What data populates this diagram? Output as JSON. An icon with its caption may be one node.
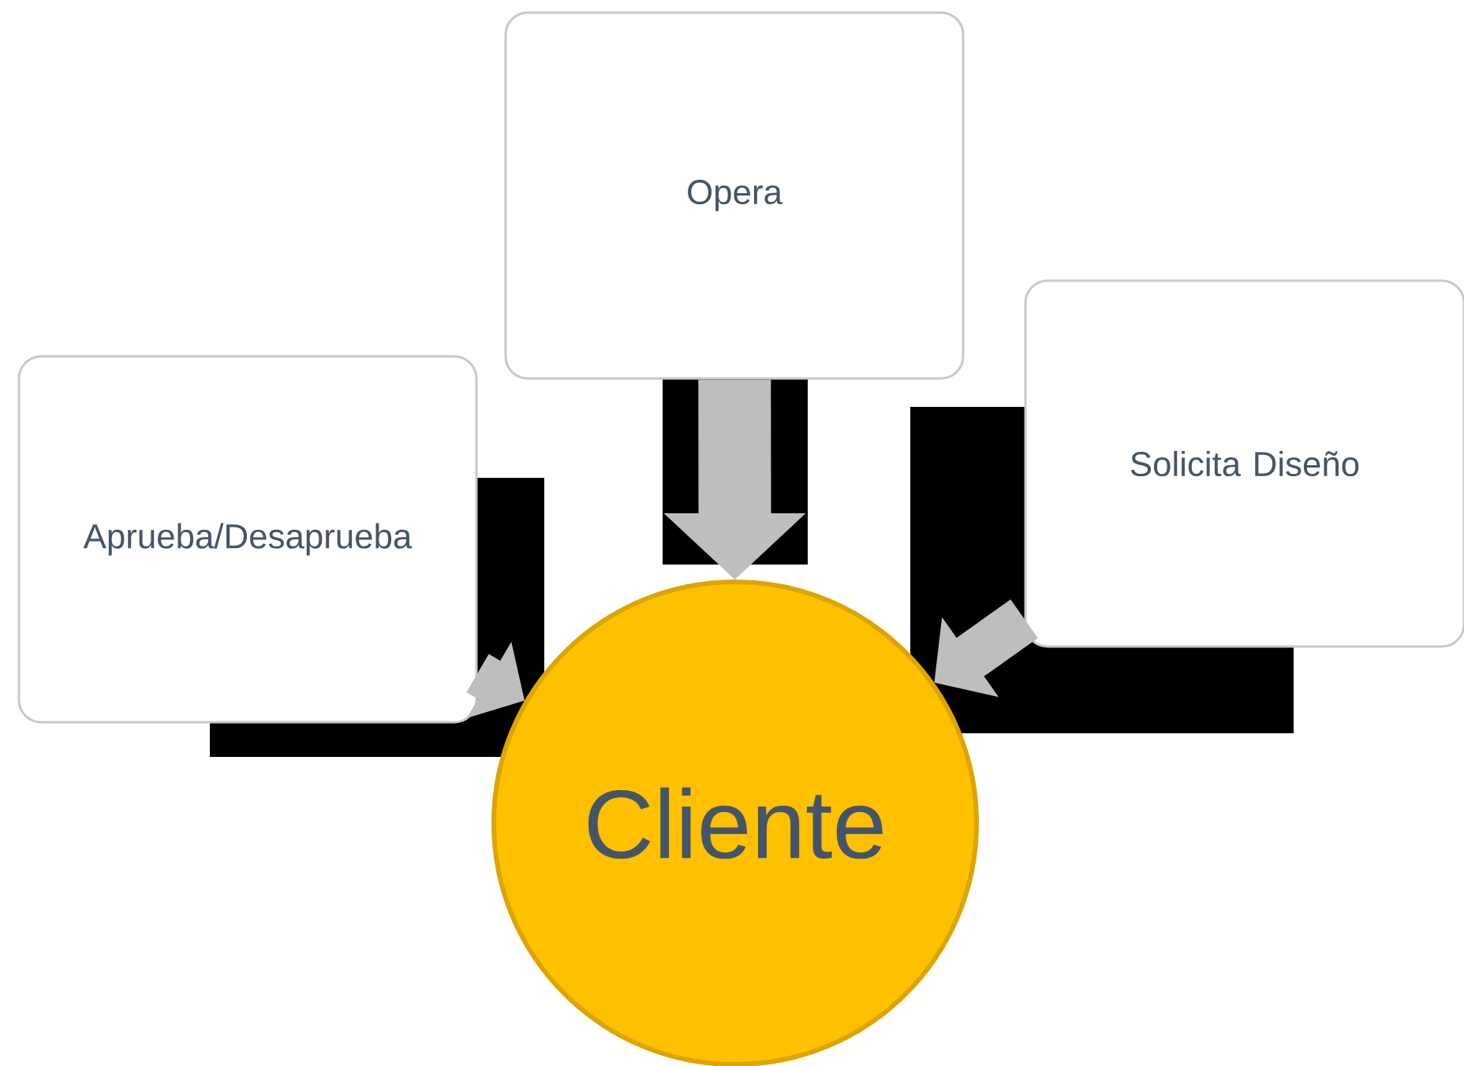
{
  "diagram": {
    "nodes": [
      {
        "text": [
          "Opera"
        ]
      },
      {
        "text": [
          "Solicita Diseño"
        ]
      },
      {
        "text": [
          "Aprueba/Desaprueba"
        ]
      },
      {
        "text": [
          "Cliente"
        ]
      }
    ],
    "edges": [
      {
        "from": 0,
        "to": 3,
        "arrow": "to"
      },
      {
        "from": 1,
        "to": 3,
        "arrow": "to"
      },
      {
        "from": 2,
        "to": 3,
        "arrow": "to"
      }
    ]
  }
}
